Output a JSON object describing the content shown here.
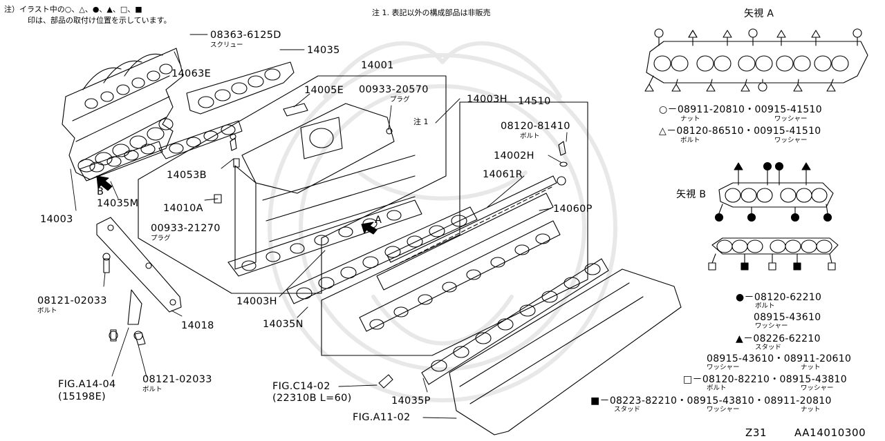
{
  "notes": {
    "note_line1": "注）イラスト中の○、△、●、▲、□、■",
    "note_line2": "印は、部品の取付け位置を示しています。",
    "note1": "注 1. 表記以外の構成部品は非販売",
    "note1_short": "注 1"
  },
  "callouts": {
    "p08363": "08363-6125D",
    "p08363_name": "スクリュー",
    "p14035": "14035",
    "p14063E": "14063E",
    "p14001": "14001",
    "p14005E": "14005E",
    "p00933_20570": "00933-20570",
    "p00933_20570_name": "プラグ",
    "p14003H_top": "14003H",
    "p14510": "14510",
    "p08120_81410": "08120-81410",
    "p08120_81410_name": "ボルト",
    "p14002H": "14002H",
    "p14061R": "14061R",
    "p14060P": "14060P",
    "p14053B": "14053B",
    "p14010A": "14010A",
    "p00933_21270": "00933-21270",
    "p00933_21270_name": "プラグ",
    "p14003": "14003",
    "p14035M": "14035M",
    "arrowB": "B",
    "arrowA": "A",
    "p08121_a": "08121-02033",
    "p08121_a_name": "ボルト",
    "p14018": "14018",
    "p14003H_bot": "14003H",
    "p14035N": "14035N",
    "figA14": "FIG.A14-04",
    "figA14_sub": "(15198E)",
    "p08121_b": "08121-02033",
    "p08121_b_name": "ボルト",
    "figC14": "FIG.C14-02",
    "figC14_sub": "(22310B L=60)",
    "p14035P": "14035P",
    "figA11": "FIG.A11-02"
  },
  "viewA": {
    "title": "矢視 A",
    "circle_parts": "○－08911-20810・00915-41510",
    "circle_names_l": "ナット",
    "circle_names_r": "ワッシャー",
    "triangle_parts": "△－08120-86510・00915-41510",
    "triangle_names_l": "ボルト",
    "triangle_names_r": "ワッシャー"
  },
  "viewB": {
    "title": "矢視 B"
  },
  "legend": {
    "dot_part": "●－08120-62210",
    "dot_name": "ボルト",
    "dot_part2": "08915-43610",
    "dot_name2": "ワッシャー",
    "tri_part": "▲－08226-62210",
    "tri_name": "スタッド",
    "tri_part2": "08915-43610・08911-20610",
    "tri_name2_l": "ワッシャー",
    "tri_name2_r": "ナット",
    "sq_part": "□－08120-82210・08915-43810",
    "sq_name_l": "ボルト",
    "sq_name_r": "ワッシャー",
    "fsq_part": "■－08223-82210・08915-43810・08911-20810",
    "fsq_name_l": "スタッド",
    "fsq_name_m": "ワッシャー",
    "fsq_name_r": "ナット"
  },
  "footer": {
    "model": "Z31",
    "code": "AA14010300"
  }
}
